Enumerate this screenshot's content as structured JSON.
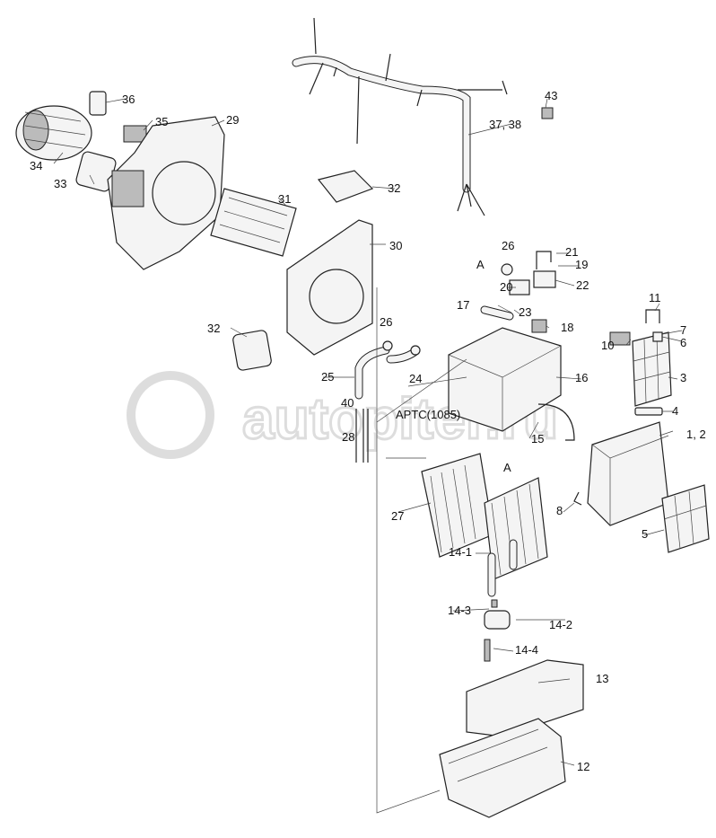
{
  "watermark": "autopiter.ru",
  "labels": {
    "l36": "36",
    "l35": "35",
    "l29": "29",
    "l34": "34",
    "l33": "33",
    "l31": "31",
    "l32a": "32",
    "l3738": "37, 38",
    "l43": "43",
    "l30": "30",
    "l26a": "26",
    "lAa": "A",
    "l21": "21",
    "l19": "19",
    "l20": "20",
    "l22": "22",
    "l17": "17",
    "l23": "23",
    "l18": "18",
    "l26b": "26",
    "l32b": "32",
    "l11": "11",
    "l7": "7",
    "l10": "10",
    "l6": "6",
    "l25": "25",
    "l24": "24",
    "l16": "16",
    "l3": "3",
    "l40": "40",
    "laptc": "APTC(1085)",
    "l4": "4",
    "l28": "28",
    "l15": "15",
    "l12x": "1, 2",
    "lAb": "A",
    "l27": "27",
    "l8": "8",
    "l5": "5",
    "l141": "14-1",
    "l143": "14-3",
    "l142": "14-2",
    "l144": "14-4",
    "l13": "13",
    "l12": "12"
  }
}
